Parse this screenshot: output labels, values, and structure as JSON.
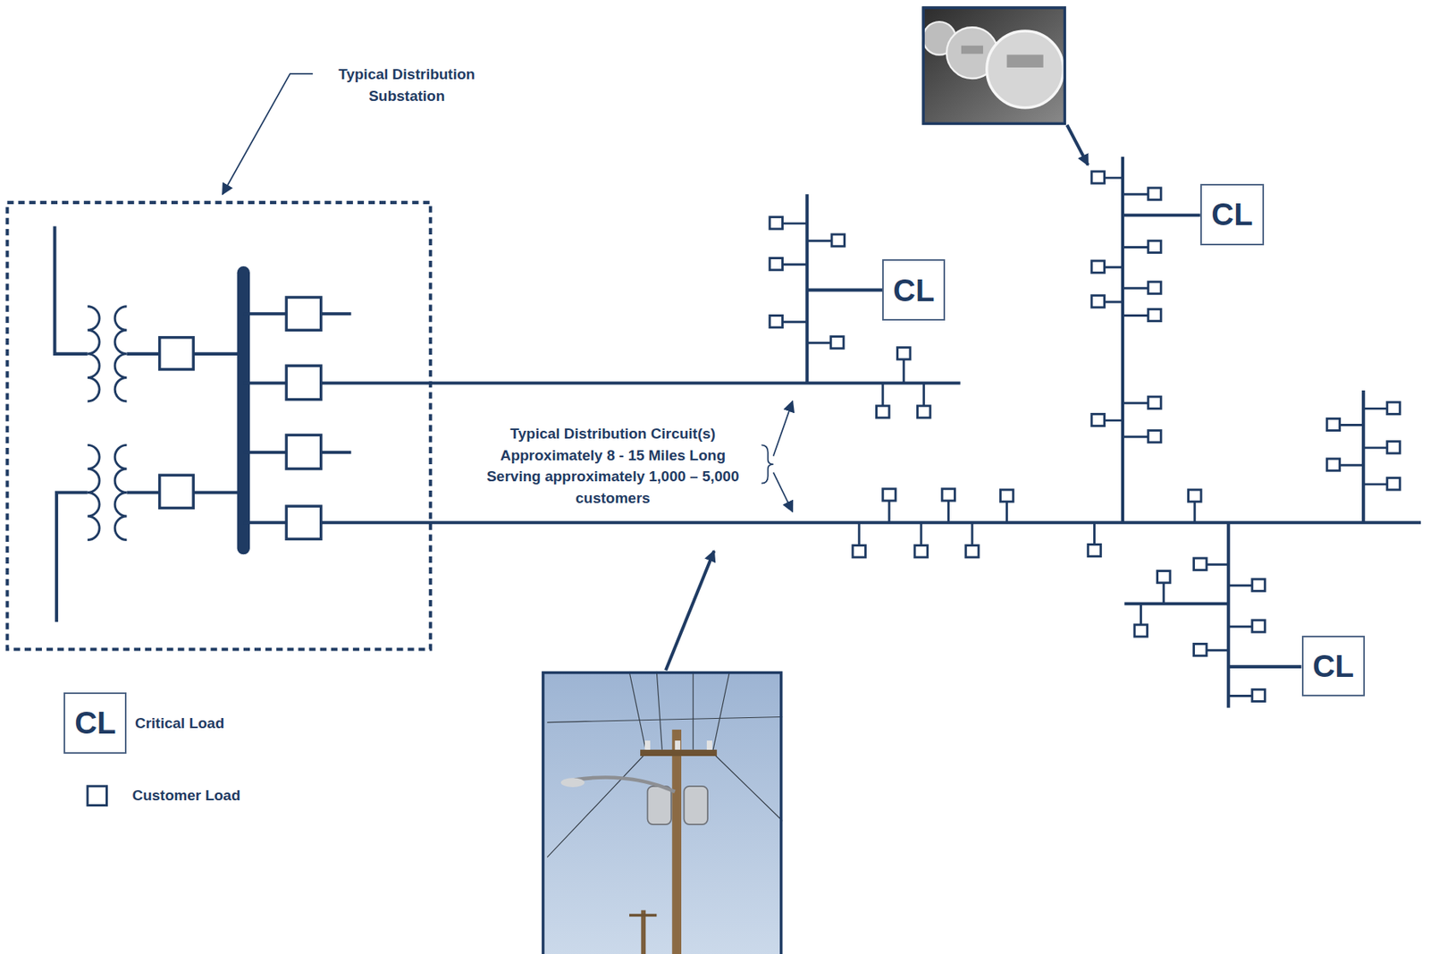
{
  "diagram": {
    "nodes": [
      {
        "text": [
          "CL"
        ]
      },
      {
        "text": [
          "CL"
        ]
      },
      {
        "text": [
          "CL"
        ]
      }
    ],
    "labels": [
      "Typical Distribution Substation",
      "Typical Distribution Circuit(s) Approximately 8 - 15 Miles Long Serving approximately 1,000 – 5,000 customers",
      "CL"
    ],
    "legend": [
      {
        "text": "Critical Load"
      },
      {
        "text": "Customer Load"
      }
    ]
  }
}
